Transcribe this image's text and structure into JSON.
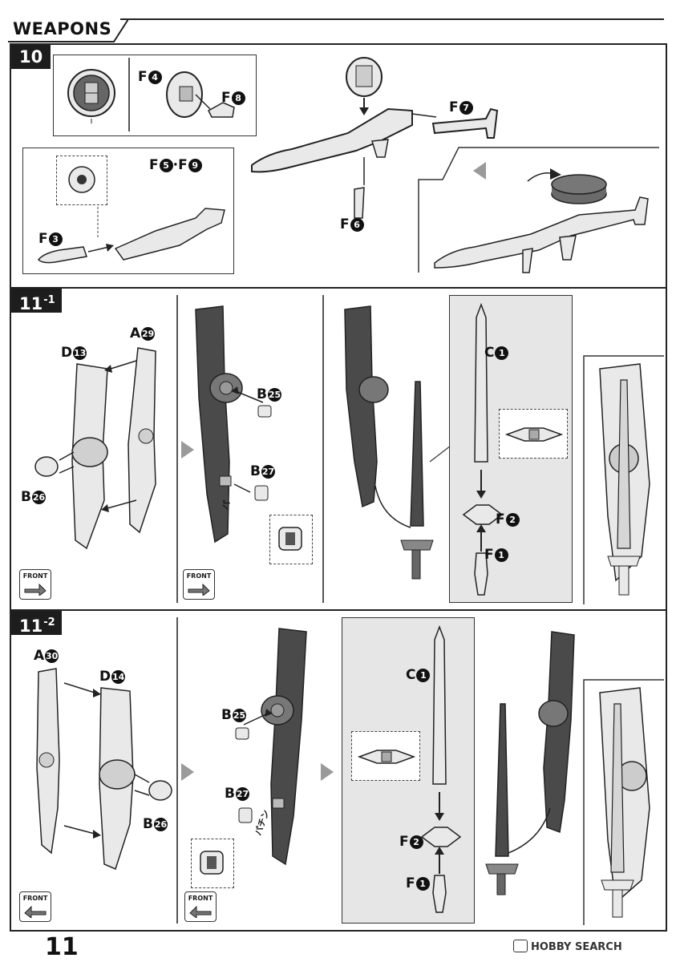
{
  "header": {
    "title": "WEAPONS"
  },
  "steps": {
    "s10": {
      "number": "10"
    },
    "s111": {
      "number": "11",
      "sub": "-1"
    },
    "s112": {
      "number": "11",
      "sub": "-2"
    }
  },
  "parts": {
    "f4": {
      "letter": "F",
      "num": "4"
    },
    "f8": {
      "letter": "F",
      "num": "8"
    },
    "f7": {
      "letter": "F",
      "num": "7"
    },
    "f6": {
      "letter": "F",
      "num": "6"
    },
    "f5f9": {
      "text": "F5·F9",
      "a": "F",
      "an": "5",
      "sep": "·",
      "b": "F",
      "bn": "9"
    },
    "f3": {
      "letter": "F",
      "num": "3"
    },
    "a29": {
      "letter": "A",
      "num": "29"
    },
    "d13": {
      "letter": "D",
      "num": "13"
    },
    "b26a": {
      "letter": "B",
      "num": "26"
    },
    "b25a": {
      "letter": "B",
      "num": "25"
    },
    "b27a": {
      "letter": "B",
      "num": "27"
    },
    "c1a": {
      "letter": "C",
      "num": "1"
    },
    "f2a": {
      "letter": "F",
      "num": "2"
    },
    "f1a": {
      "letter": "F",
      "num": "1"
    },
    "a30": {
      "letter": "A",
      "num": "30"
    },
    "d14": {
      "letter": "D",
      "num": "14"
    },
    "b26b": {
      "letter": "B",
      "num": "26"
    },
    "b25b": {
      "letter": "B",
      "num": "25"
    },
    "b27b": {
      "letter": "B",
      "num": "27"
    },
    "c1b": {
      "letter": "C",
      "num": "1"
    },
    "f2b": {
      "letter": "F",
      "num": "2"
    },
    "f1b": {
      "letter": "F",
      "num": "1"
    }
  },
  "front_label": "FRONT",
  "sfx": {
    "paa": "パ",
    "pachin": "パチン"
  },
  "footer": {
    "page_number": "11",
    "watermark": "HOBBY SEARCH"
  },
  "colors": {
    "accent": "#1d1d1d",
    "part_fill": "#e9e9e9",
    "dark_part": "#4a4a4a",
    "arrow": "#9a9a9a"
  }
}
